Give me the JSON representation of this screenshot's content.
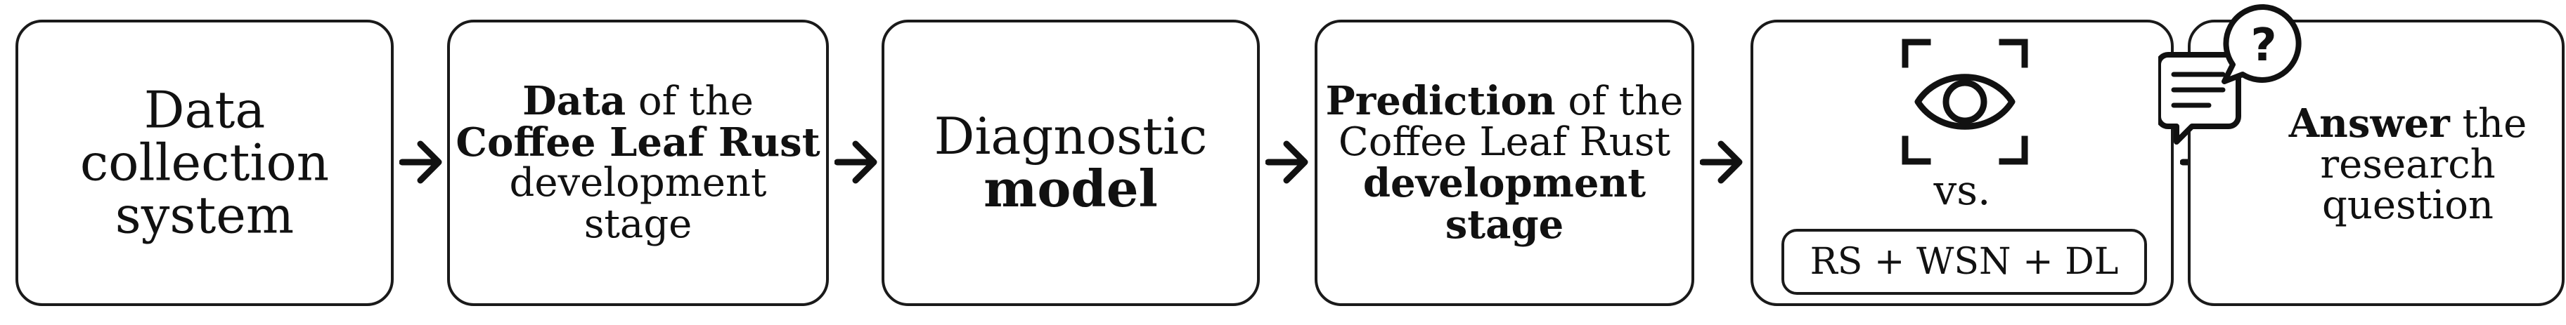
{
  "box1": {
    "line1": "Data",
    "line2": "collection",
    "line3": "system"
  },
  "box2": {
    "l1_bold": "Data",
    "l1_rest": " of the",
    "line2_bold": "Coffee Leaf Rust",
    "line3": "development",
    "line4": "stage"
  },
  "box3": {
    "line1": "Diagnostic",
    "line2_bold": "model"
  },
  "box4": {
    "l1_bold": "Prediction",
    "l1_rest": " of the",
    "line2": "Coffee Leaf Rust",
    "line3_bold": "development",
    "line4_bold": "stage"
  },
  "box5": {
    "vs": "vs.",
    "pill": "RS + WSN + DL",
    "icon": "eye-scan-icon"
  },
  "box6": {
    "l1_bold": "Answer",
    "l1_rest": " the",
    "line2": "research",
    "line3": "question",
    "icon": "question-chat-icon"
  },
  "arrow_icon": "right-arrow-icon"
}
